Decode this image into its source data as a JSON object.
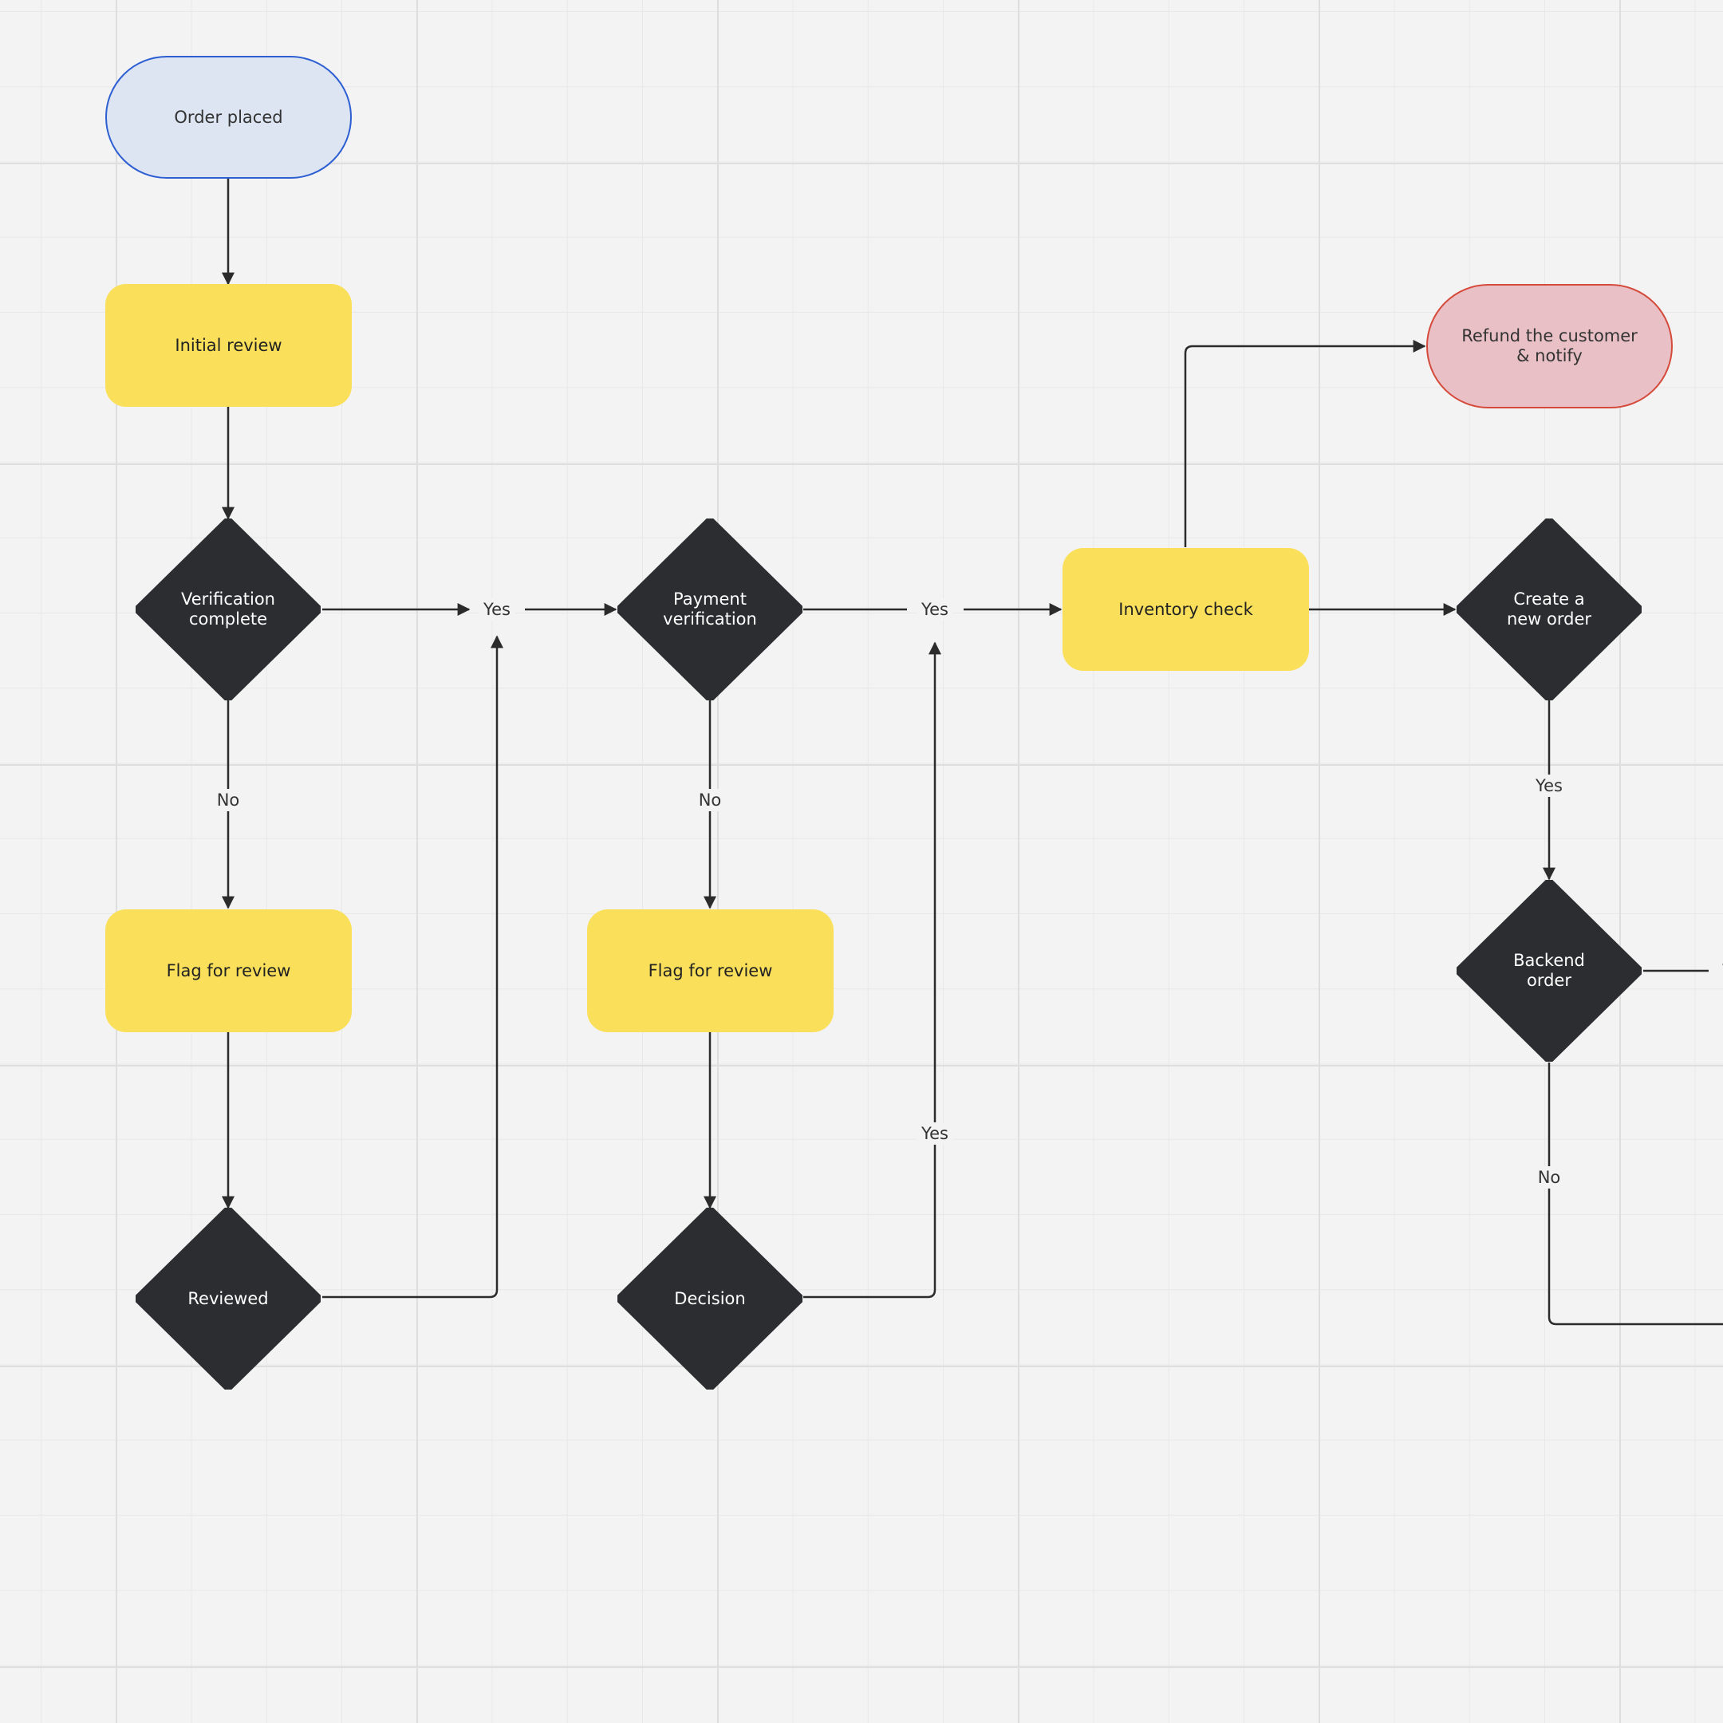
{
  "colors": {
    "connector": "#2b2b2b",
    "decision_fill": "#2c2d30",
    "process_fill": "#fae05a",
    "start_fill": "#dde4f2",
    "start_border": "#2d5fd3",
    "end_fill": "#e8c0c6",
    "end_border": "#d54a3a"
  },
  "nodes": {
    "order_placed": "Order placed",
    "initial_review": "Initial review",
    "verification_complete": "Verification\ncomplete",
    "flag_for_review_1": "Flag for review",
    "reviewed": "Reviewed",
    "payment_verification": "Payment\nverification",
    "flag_for_review_2": "Flag for review",
    "decision": "Decision",
    "inventory_check": "Inventory check",
    "refund_customer": "Refund the customer\n& notify",
    "create_new_order": "Create a\nnew order",
    "backend_order": "Backend\norder"
  },
  "edge_labels": {
    "verification_yes": "Yes",
    "verification_no": "No",
    "payment_yes": "Yes",
    "payment_no": "No",
    "decision_yes": "Yes",
    "create_order_yes": "Yes",
    "backend_no": "No",
    "backend_yes_partial": "Y"
  }
}
